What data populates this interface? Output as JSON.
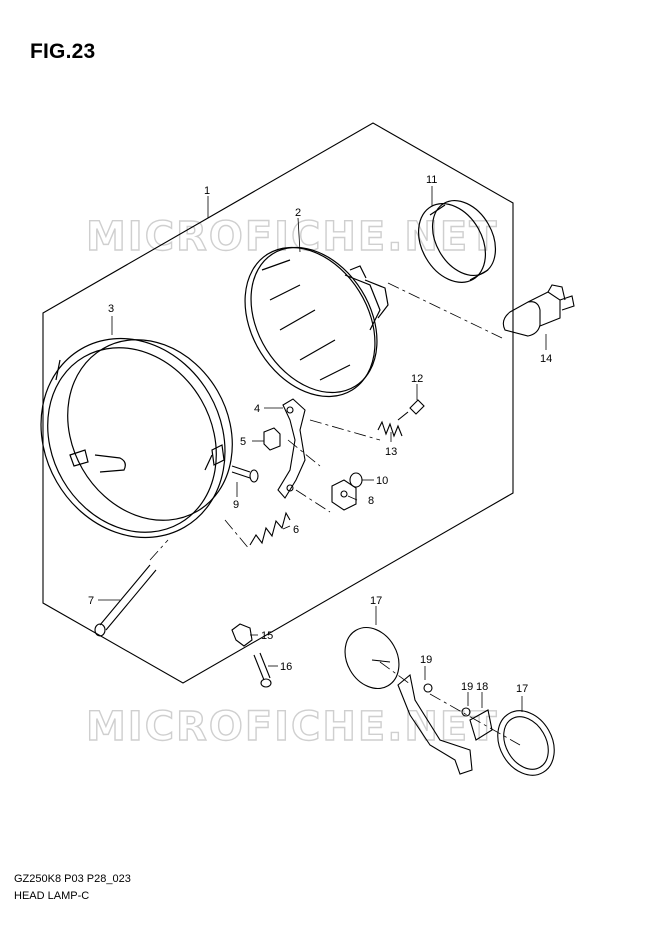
{
  "figure": {
    "title": "FIG.23"
  },
  "footer": {
    "code": "GZ250K8 P03 P28_023",
    "name": "HEAD LAMP-C"
  },
  "watermark": {
    "text": "MICROFICHE.NET"
  },
  "callouts": [
    "1",
    "2",
    "3",
    "4",
    "5",
    "6",
    "7",
    "8",
    "9",
    "10",
    "11",
    "12",
    "13",
    "14",
    "15",
    "16",
    "17",
    "17",
    "18",
    "19",
    "19"
  ],
  "colors": {
    "line": "#000000",
    "watermark": "#cfcfcf",
    "background": "#ffffff"
  }
}
